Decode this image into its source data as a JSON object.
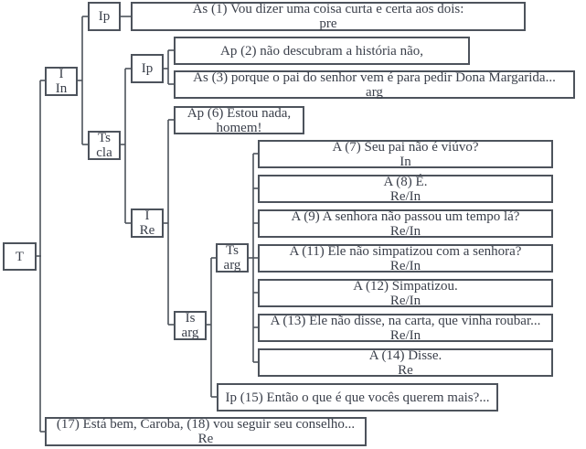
{
  "diagram": {
    "root": {
      "line1": "T"
    },
    "I_In": {
      "line1": "I",
      "line2": "In"
    },
    "Ip_top": {
      "line1": "Ip"
    },
    "Ts_cla": {
      "line1": "Ts",
      "line2": "cla"
    },
    "Ip_mid": {
      "line1": "Ip"
    },
    "I_Re": {
      "line1": "I",
      "line2": "Re"
    },
    "Is_arg": {
      "line1": "Is",
      "line2": "arg"
    },
    "Ts_arg": {
      "line1": "Ts",
      "line2": "arg"
    },
    "u1": {
      "line1": "As (1) Vou dizer uma coisa curta e certa aos dois:",
      "line2": "pre"
    },
    "u2": {
      "line1": "Ap (2) não descubram a história não,"
    },
    "u3": {
      "line1": "As (3) porque o pai do senhor vem é para pedir Dona Margarida...",
      "line2": "arg"
    },
    "u6": {
      "line1": "Ap (6) Estou nada,",
      "line2": "homem!"
    },
    "u7": {
      "line1": "A (7) Seu pai não é viúvo?",
      "line2": "In"
    },
    "u8": {
      "line1": "A (8) É.",
      "line2": "Re/In"
    },
    "u9": {
      "line1": "A (9) A senhora não passou um tempo lá?",
      "line2": "Re/In"
    },
    "u11": {
      "line1": "A (11) Ele não simpatizou com a senhora?",
      "line2": "Re/In"
    },
    "u12": {
      "line1": "A (12) Simpatizou.",
      "line2": "Re/In"
    },
    "u13": {
      "line1": "A (13) Ele não disse, na carta, que vinha roubar...",
      "line2": "Re/In"
    },
    "u14": {
      "line1": "A (14) Disse.",
      "line2": "Re"
    },
    "u15": {
      "line1": "Ip (15) Então o que é que vocês querem mais?..."
    },
    "u17": {
      "line1": "(17) Está bem, Caroba, (18) vou seguir seu conselho...",
      "line2": "Re"
    }
  }
}
